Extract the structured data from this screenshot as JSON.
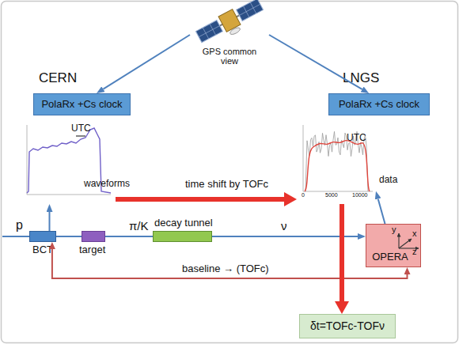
{
  "diagram": {
    "nodes": [
      {
        "text": [
          "GPS common view"
        ]
      },
      {
        "text": [
          "CERN",
          "PolaRx +Cs clock"
        ]
      },
      {
        "text": [
          "LNGS",
          "PolaRx +Cs clock"
        ]
      },
      {
        "text": [
          "UTC",
          "waveforms"
        ]
      },
      {
        "text": [
          "UTC"
        ]
      },
      {
        "text": [
          "BCT"
        ]
      },
      {
        "text": [
          "target"
        ]
      },
      {
        "text": [
          "decay tunnel"
        ]
      },
      {
        "text": [
          "OPERA"
        ]
      },
      {
        "text": [
          "δt=TOFc-TOFν"
        ]
      }
    ],
    "edges": [
      {
        "from": 0,
        "to": 1,
        "arrow": "to"
      },
      {
        "from": 0,
        "to": 2,
        "arrow": "to"
      },
      {
        "from": 3,
        "to": 4,
        "label": "time shift by TOFc",
        "arrow": "to"
      },
      {
        "from": 8,
        "to": 4,
        "label": "data",
        "arrow": "to"
      },
      {
        "from": 5,
        "to": 3,
        "arrow": "to"
      },
      {
        "from": 5,
        "to": 6,
        "arrow": "none"
      },
      {
        "from": 6,
        "to": 7,
        "label": "π/K",
        "arrow": "none"
      },
      {
        "from": 7,
        "to": 8,
        "label": "ν",
        "arrow": "to"
      },
      {
        "from": 5,
        "to": 8,
        "label": "baseline → (TOFc)",
        "arrow": "both"
      },
      {
        "from": 4,
        "to": 9,
        "arrow": "to"
      }
    ],
    "labels": [
      "0",
      "5000",
      "10000",
      "p",
      "y",
      "x",
      "z"
    ]
  }
}
